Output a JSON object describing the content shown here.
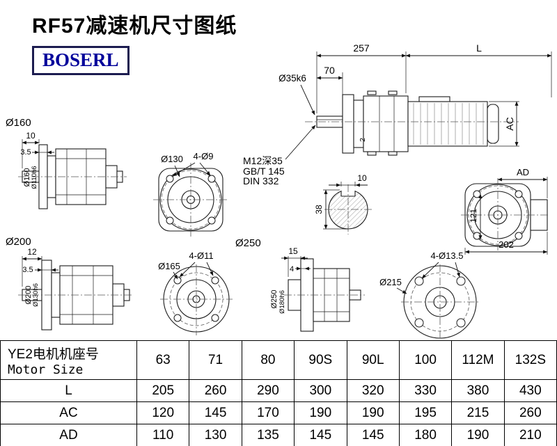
{
  "page": {
    "title": "RF57减速机尺寸图纸",
    "logo": "BOSERL"
  },
  "views": {
    "main": {
      "dim_total": "257",
      "dim_l": "L",
      "dim_70": "70",
      "shaft_dia": "Ø35k6",
      "dim_ac": "AC",
      "dim_2": "2",
      "note1": "M12深35",
      "note2": "GB/T 145",
      "note3": "DIN 332"
    },
    "f160": {
      "label": "Ø160",
      "dim_10": "10",
      "dim_35": "3.5",
      "outer": "Ø160",
      "spigot": "Ø110h6"
    },
    "f130": {
      "label": "Ø130",
      "holes": "4-Ø9"
    },
    "section": {
      "key_w": "10",
      "dia": "38"
    },
    "ad": {
      "dim_ad": "AD",
      "dim_121": "121",
      "dim_202": "202"
    },
    "f200": {
      "label": "Ø200",
      "dim_12": "12",
      "dim_35": "3.5",
      "outer": "Ø200",
      "spigot": "Ø130h6"
    },
    "f165": {
      "outer": "Ø165",
      "holes": "4-Ø11"
    },
    "f250": {
      "label": "Ø250",
      "dim_15": "15",
      "dim_4": "4",
      "outer": "Ø250",
      "spigot": "Ø180h6"
    },
    "f215": {
      "outer": "Ø215",
      "holes": "4-Ø13.5"
    }
  },
  "table": {
    "header_cn": "YE2电机机座号",
    "header_en": "Motor Size",
    "sizes": [
      "63",
      "71",
      "80",
      "90S",
      "90L",
      "100",
      "112M",
      "132S"
    ],
    "rows": [
      {
        "label": "L",
        "values": [
          "205",
          "260",
          "290",
          "300",
          "320",
          "330",
          "380",
          "430"
        ]
      },
      {
        "label": "AC",
        "values": [
          "120",
          "145",
          "170",
          "190",
          "190",
          "195",
          "215",
          "260"
        ]
      },
      {
        "label": "AD",
        "values": [
          "110",
          "130",
          "135",
          "145",
          "145",
          "180",
          "190",
          "210"
        ]
      }
    ]
  }
}
